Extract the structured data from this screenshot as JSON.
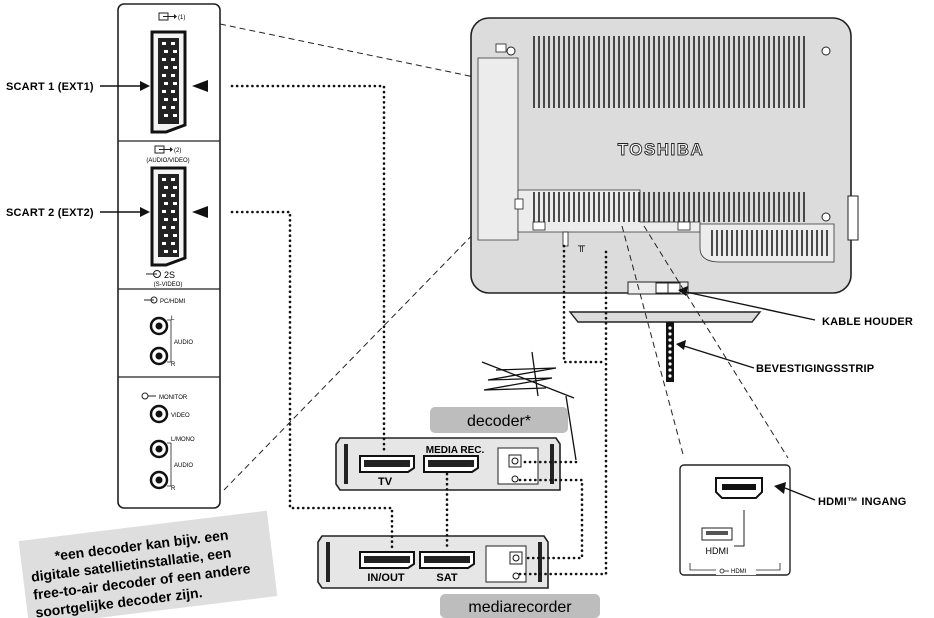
{
  "labels": {
    "scart1": "SCART 1 (EXT1)",
    "scart2": "SCART 2 (EXT2)",
    "kable_houder": "KABLE HOUDER",
    "bevestigingsstrip": "BEVESTIGINGSSTRIP",
    "hdmi_ingang": "HDMI™ INGANG"
  },
  "panel": {
    "port1": "(1)",
    "port2": "(2)",
    "port2_sub": "(AUDIO/VIDEO)",
    "port2s": "2S",
    "port2s_sub": "(S-VIDEO)",
    "pc_hdmi": "PC/HDMI",
    "l": "L",
    "audio": "AUDIO",
    "r": "R",
    "monitor": "MONITOR",
    "video": "VIDEO",
    "lmono": "L/MONO",
    "audio2": "AUDIO",
    "r2": "R"
  },
  "tv": {
    "brand": "TOSHIBA"
  },
  "decoder": {
    "title": "decoder*",
    "tv_label": "TV",
    "media_rec_label": "MEDIA REC."
  },
  "recorder": {
    "title": "mediarecorder",
    "inout_label": "IN/OUT",
    "sat_label": "SAT"
  },
  "hdmi_box": {
    "port_label": "HDMI",
    "bottom_label": "HDMI"
  },
  "note": {
    "lines": [
      "*een decoder kan bijv. een",
      "digitale satellietinstallatie, een",
      "free-to-air decoder of een andere",
      "soortgelijke decoder zijn."
    ]
  }
}
